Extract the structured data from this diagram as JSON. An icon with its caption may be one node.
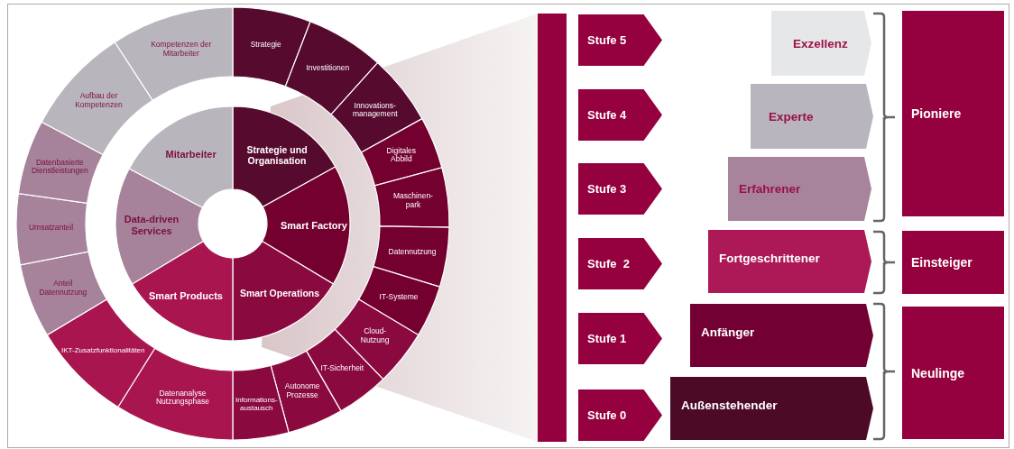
{
  "diagram": {
    "nodes": [
      {
        "text": [
          "Strategie und Organisation"
        ]
      },
      {
        "text": [
          "Smart Factory"
        ]
      },
      {
        "text": [
          "Smart Operations"
        ]
      },
      {
        "text": [
          "Smart Products"
        ]
      },
      {
        "text": [
          "Data-driven Services"
        ]
      },
      {
        "text": [
          "Mitarbeiter"
        ]
      },
      {
        "text": [
          "Strategie"
        ]
      },
      {
        "text": [
          "Investitionen"
        ]
      },
      {
        "text": [
          "Innovations-management"
        ]
      },
      {
        "text": [
          "Digitales Abbild"
        ]
      },
      {
        "text": [
          "Maschinen-park"
        ]
      },
      {
        "text": [
          "Datennutzung"
        ]
      },
      {
        "text": [
          "IT-Systeme"
        ]
      },
      {
        "text": [
          "Cloud-Nutzung"
        ]
      },
      {
        "text": [
          "IT-Sicherheit"
        ]
      },
      {
        "text": [
          "Autonome Prozesse"
        ]
      },
      {
        "text": [
          "Informations-austausch"
        ]
      },
      {
        "text": [
          "Datenanalyse Nutzungsphase"
        ]
      },
      {
        "text": [
          "IKT-Zusatzfunktionalitäten"
        ]
      },
      {
        "text": [
          "Anteil Datennutzung"
        ]
      },
      {
        "text": [
          "Umsatzanteil"
        ]
      },
      {
        "text": [
          "Datenbasierte Dienstleistungen"
        ]
      },
      {
        "text": [
          "Aufbau der Kompetenzen"
        ]
      },
      {
        "text": [
          "Kompetenzen der Mitarbeiter"
        ]
      },
      {
        "text": [
          "Stufe 5"
        ]
      },
      {
        "text": [
          "Stufe 4"
        ]
      },
      {
        "text": [
          "Stufe 3"
        ]
      },
      {
        "text": [
          "Stufe  2"
        ]
      },
      {
        "text": [
          "Stufe 1"
        ]
      },
      {
        "text": [
          "Stufe 0"
        ]
      },
      {
        "text": [
          "Exzellenz"
        ]
      },
      {
        "text": [
          "Experte"
        ]
      },
      {
        "text": [
          "Erfahrener"
        ]
      },
      {
        "text": [
          "Fortgeschrittener"
        ]
      },
      {
        "text": [
          "Anfänger"
        ]
      },
      {
        "text": [
          "Außenstehender"
        ]
      },
      {
        "text": [
          "Pioniere"
        ]
      },
      {
        "text": [
          "Einsteiger"
        ]
      },
      {
        "text": [
          "Neulinge"
        ]
      },
      {
        "text": [],
        "shape": "bar"
      }
    ]
  }
}
